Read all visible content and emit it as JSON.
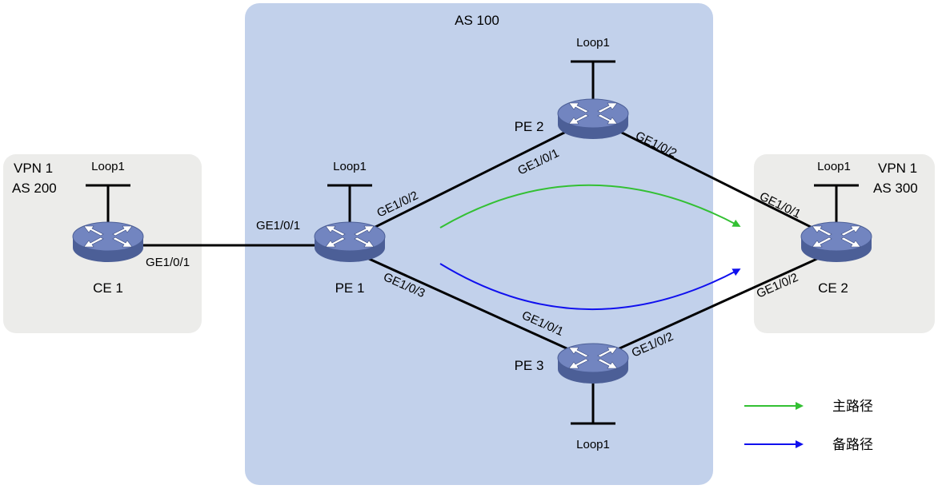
{
  "colors": {
    "as_region_fill": "#c2d1eb",
    "vpn_region_fill": "#ececea",
    "link": "#000000",
    "primary_path": "#33c033",
    "backup_path": "#1010ee",
    "router_body": "#5b6fa6",
    "router_top": "#7285c0"
  },
  "regions": {
    "as100": "AS 100",
    "vpn_left_line1": "VPN 1",
    "vpn_left_line2": "AS 200",
    "vpn_right_line1": "VPN 1",
    "vpn_right_line2": "AS 300"
  },
  "devices": {
    "ce1": {
      "name": "CE 1",
      "loopback": "Loop1"
    },
    "pe1": {
      "name": "PE 1",
      "loopback": "Loop1"
    },
    "pe2": {
      "name": "PE 2",
      "loopback": "Loop1"
    },
    "pe3": {
      "name": "PE 3",
      "loopback": "Loop1"
    },
    "ce2": {
      "name": "CE 2",
      "loopback": "Loop1"
    }
  },
  "interfaces": {
    "ce1_to_pe1": "GE1/0/1",
    "pe1_to_ce1": "GE1/0/1",
    "pe1_to_pe2": "GE1/0/2",
    "pe1_to_pe3": "GE1/0/3",
    "pe2_to_pe1": "GE1/0/1",
    "pe2_to_ce2": "GE1/0/2",
    "pe3_to_pe1": "GE1/0/1",
    "pe3_to_ce2": "GE1/0/2",
    "ce2_to_pe2": "GE1/0/1",
    "ce2_to_pe3": "GE1/0/2"
  },
  "legend": {
    "primary": "主路径",
    "backup": "备路径"
  },
  "icons": {
    "router": "router-icon"
  }
}
